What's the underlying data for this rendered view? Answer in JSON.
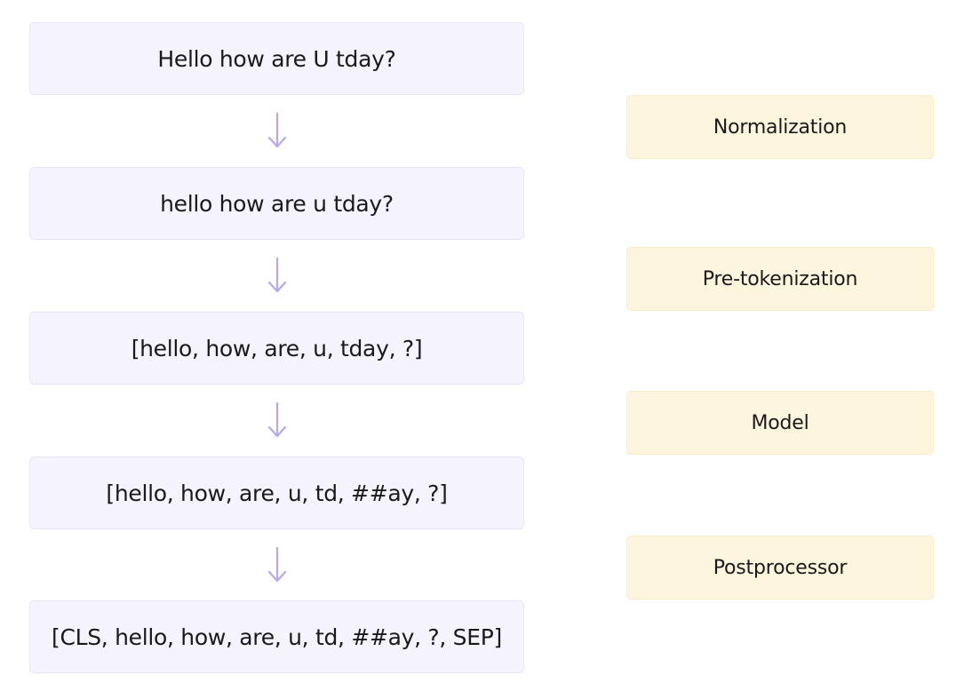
{
  "pipeline": {
    "stages": [
      {
        "text": "Hello how are U tday?"
      },
      {
        "text": "hello how are u tday?"
      },
      {
        "text": "[hello, how, are, u, tday, ?]"
      },
      {
        "text": "[hello, how, are, u, td, ##ay, ?]"
      },
      {
        "text": "[CLS, hello, how, are, u, td, ##ay, ?, SEP]"
      }
    ],
    "steps": [
      {
        "label": "Normalization"
      },
      {
        "label": "Pre-tokenization"
      },
      {
        "label": "Model"
      },
      {
        "label": "Postprocessor"
      }
    ]
  },
  "colors": {
    "stage_fill": "#f4f3fe",
    "stage_border": "#e6e3fa",
    "step_fill": "#fef5df",
    "step_border": "#fbecc6",
    "arrow": "#b8a7ec"
  }
}
